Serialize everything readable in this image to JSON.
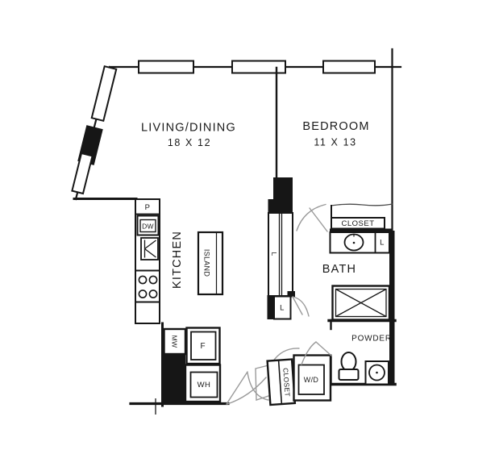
{
  "rooms": {
    "living_dining": {
      "label": "LIVING/DINING",
      "dims": "18 X 12"
    },
    "bedroom": {
      "label": "BEDROOM",
      "dims": "11 X 13"
    },
    "kitchen": {
      "label": "KITCHEN"
    },
    "bath": {
      "label": "BATH"
    },
    "powder": {
      "label": "POWDER"
    }
  },
  "fixtures": {
    "island": "ISLAND",
    "pantry": "P",
    "dishwasher": "DW",
    "microwave": "MW",
    "refrigerator": "F",
    "water_heater": "WH",
    "washer_dryer": "W/D",
    "bath_closet": "CLOSET",
    "entry_closet": "CLOSET",
    "hall_linen": "L",
    "hall_linen_small": "L",
    "bath_linen": "L"
  },
  "colors": {
    "walls": "#161616",
    "door_sketch": "#9a9a9a",
    "background": "#ffffff"
  }
}
